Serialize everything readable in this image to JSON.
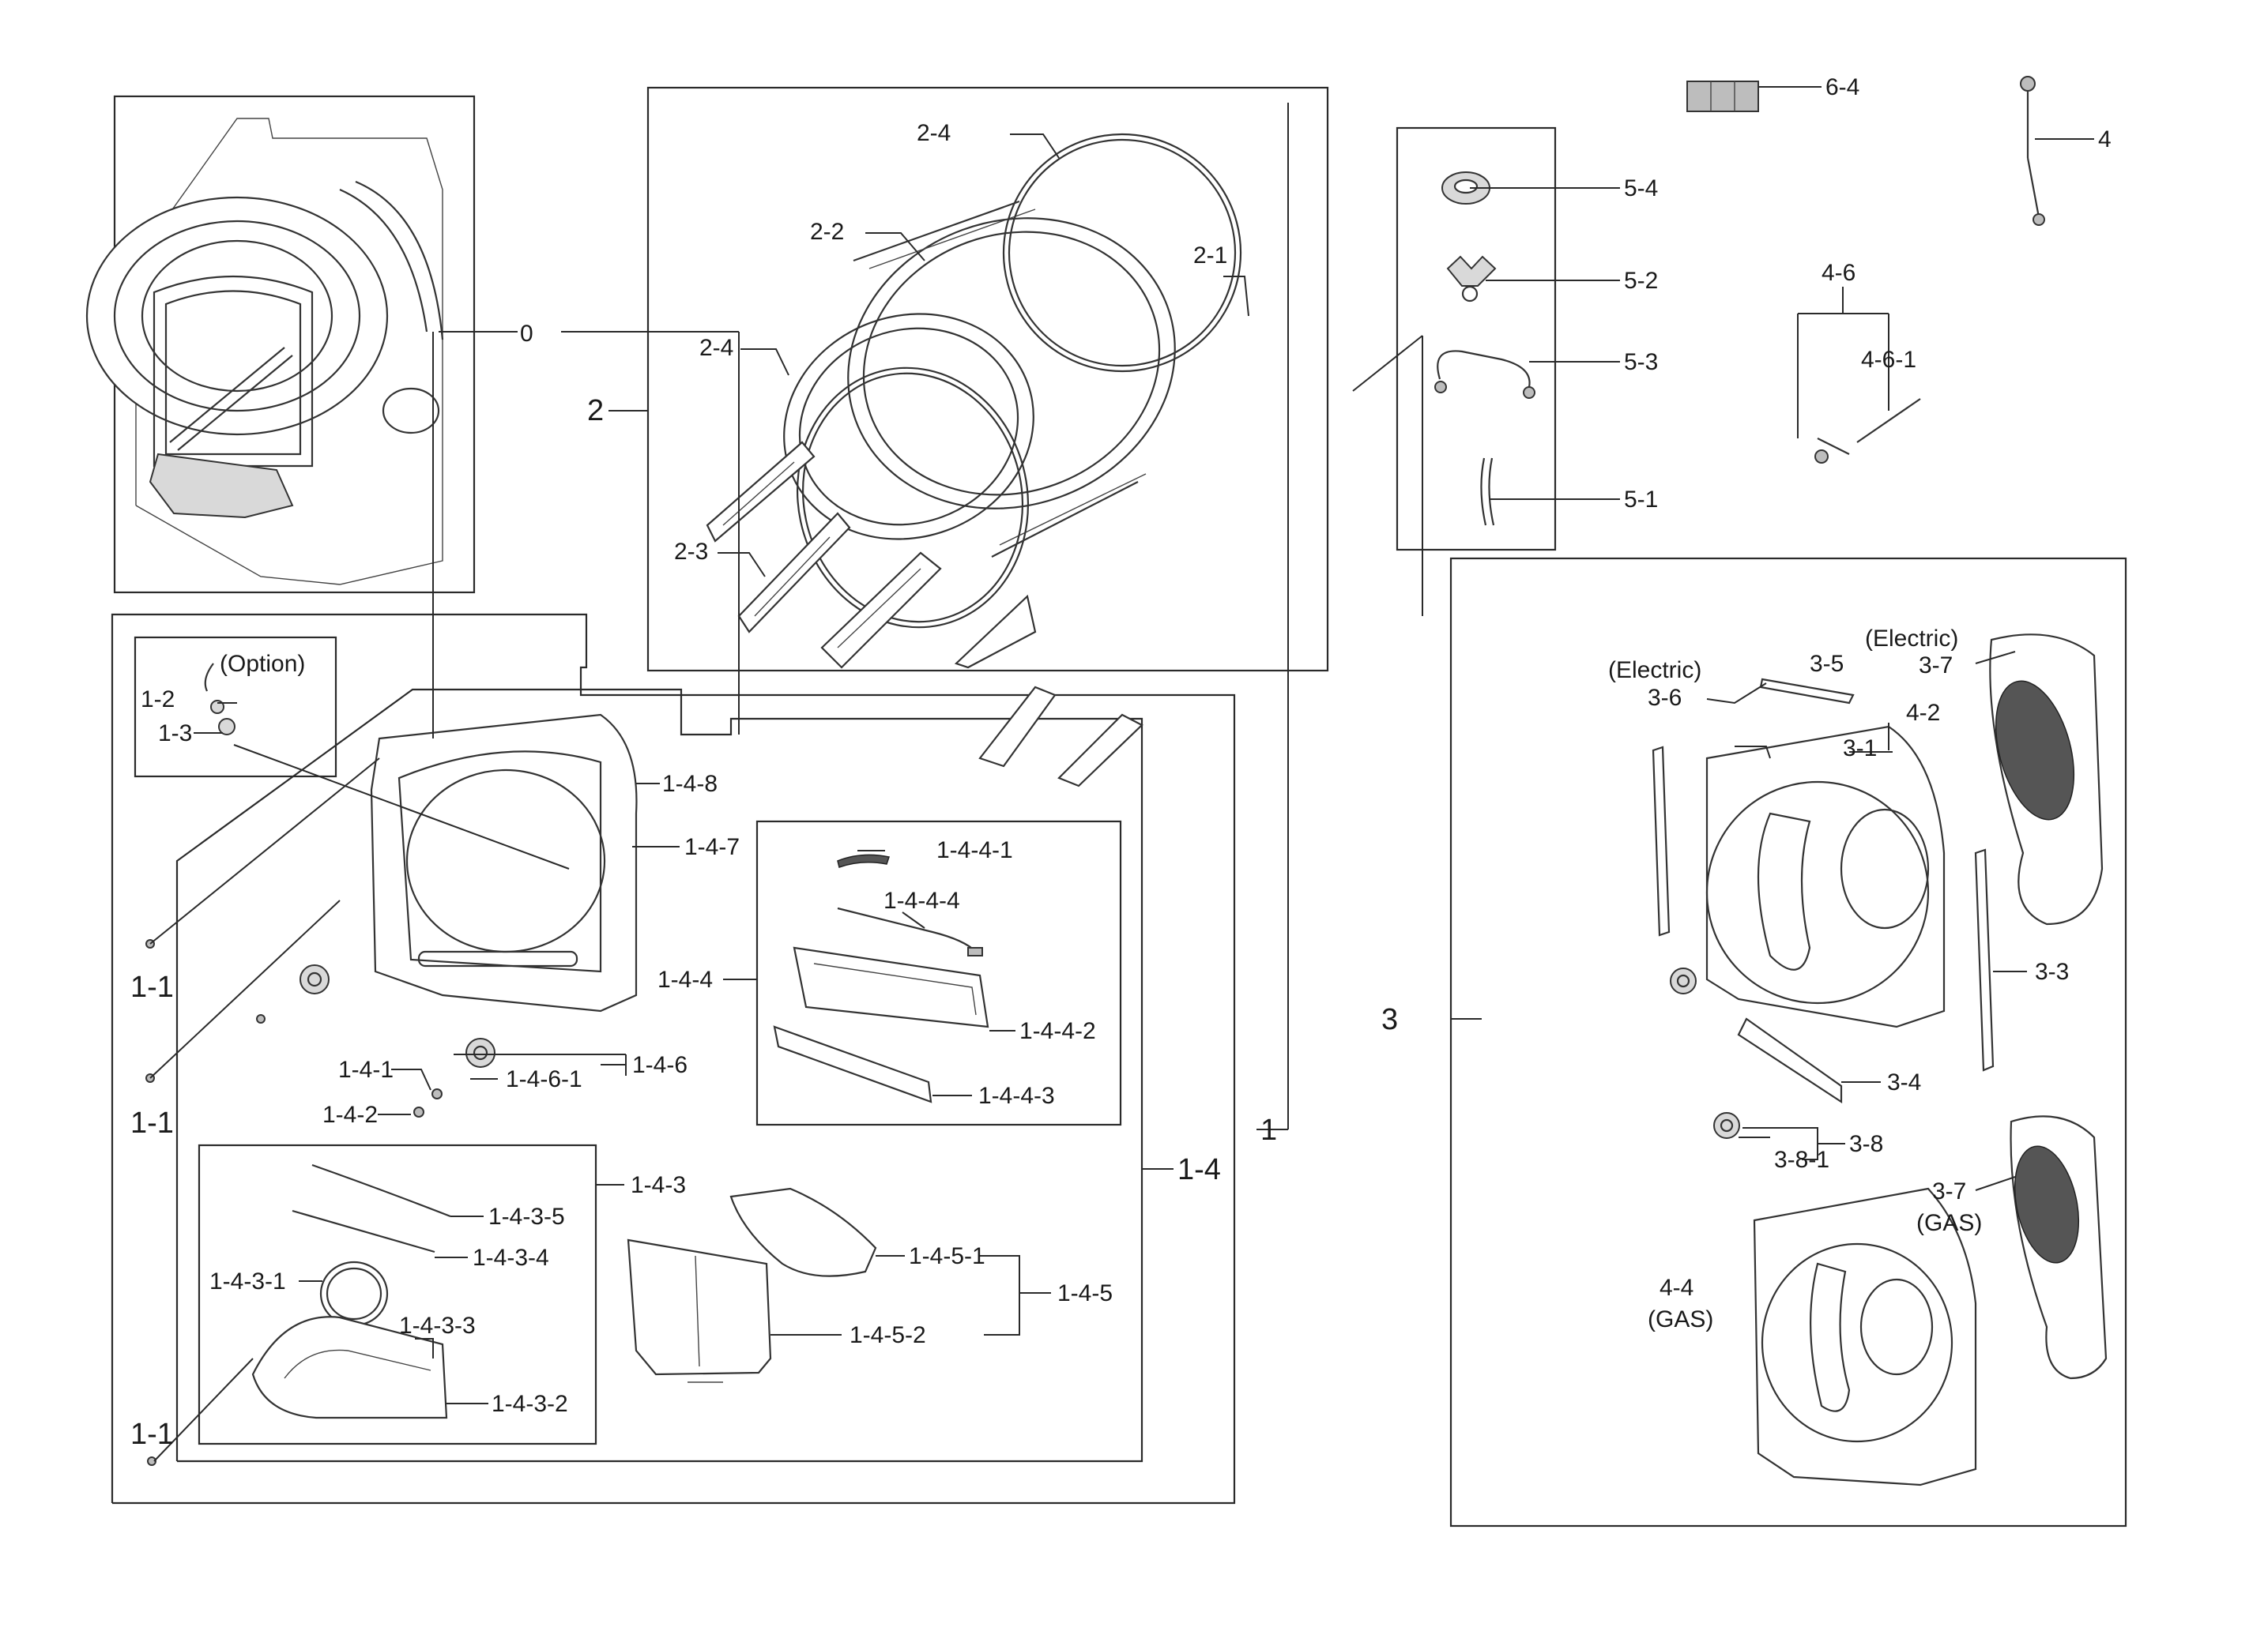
{
  "labels": {
    "l0": "0",
    "l1": "1",
    "l1_1a": "1-1",
    "l1_1b": "1-1",
    "l1_1c": "1-1",
    "l1_2": "1-2",
    "l1_3": "1-3",
    "l1_4": "1-4",
    "l1_4_1": "1-4-1",
    "l1_4_2": "1-4-2",
    "l1_4_3": "1-4-3",
    "l1_4_3_1": "1-4-3-1",
    "l1_4_3_2": "1-4-3-2",
    "l1_4_3_3": "1-4-3-3",
    "l1_4_3_4": "1-4-3-4",
    "l1_4_3_5": "1-4-3-5",
    "l1_4_4": "1-4-4",
    "l1_4_4_1": "1-4-4-1",
    "l1_4_4_2": "1-4-4-2",
    "l1_4_4_3": "1-4-4-3",
    "l1_4_4_4": "1-4-4-4",
    "l1_4_5": "1-4-5",
    "l1_4_5_1": "1-4-5-1",
    "l1_4_5_2": "1-4-5-2",
    "l1_4_6": "1-4-6",
    "l1_4_6_1": "1-4-6-1",
    "l1_4_7": "1-4-7",
    "l1_4_8": "1-4-8",
    "l2": "2",
    "l2_1": "2-1",
    "l2_2": "2-2",
    "l2_3": "2-3",
    "l2_4a": "2-4",
    "l2_4b": "2-4",
    "l3": "3",
    "l3_1": "3-1",
    "l3_3": "3-3",
    "l3_4": "3-4",
    "l3_5": "3-5",
    "l3_6": "3-6",
    "l3_7a": "3-7",
    "l3_7b": "3-7",
    "l3_8": "3-8",
    "l3_8_1": "3-8-1",
    "l4": "4",
    "l4_2": "4-2",
    "l4_4": "4-4",
    "l4_6": "4-6",
    "l4_6_1": "4-6-1",
    "l5_1": "5-1",
    "l5_2": "5-2",
    "l5_3": "5-3",
    "l5_4": "5-4",
    "l6_4": "6-4",
    "option": "(Option)",
    "electric_a": "(Electric)",
    "electric_b": "(Electric)",
    "gas_a": "(GAS)",
    "gas_b": "(GAS)"
  }
}
